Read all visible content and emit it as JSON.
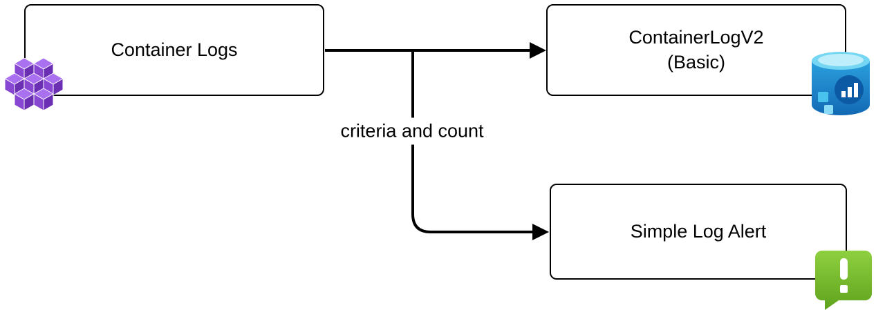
{
  "nodes": {
    "container_logs": {
      "label": "Container Logs"
    },
    "container_log_v2": {
      "line1": "ContainerLogV2",
      "line2": "(Basic)"
    },
    "simple_log_alert": {
      "label": "Simple Log Alert"
    }
  },
  "edge": {
    "label": "criteria and count"
  },
  "icons": {
    "source": "container-cubes-icon",
    "destination_table": "log-analytics-database-icon",
    "alert": "log-alert-bubble-icon"
  },
  "colors": {
    "line": "#000000",
    "box_border": "#000000",
    "box_background": "#ffffff",
    "container_purple": "#8747d1",
    "database_blue": "#1b8fd6",
    "alert_green": "#6fb52c"
  }
}
